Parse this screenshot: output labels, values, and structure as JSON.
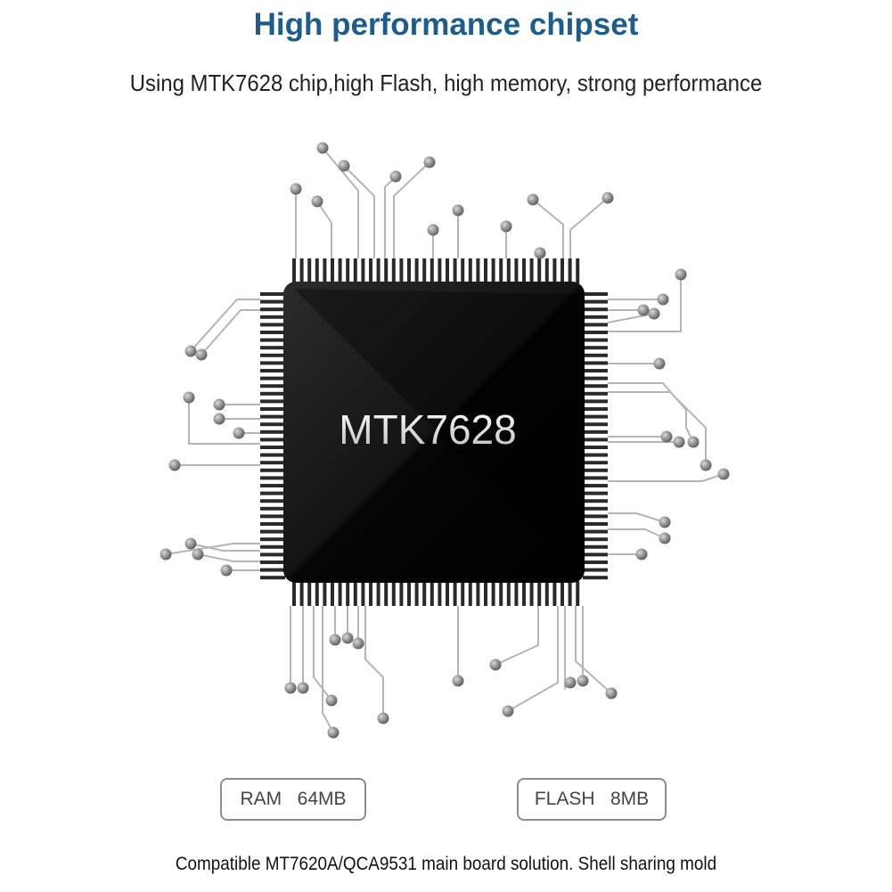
{
  "header": {
    "title": "High performance chipset",
    "subtitle": "Using MTK7628 chip,high Flash, high memory, strong performance"
  },
  "chip": {
    "label": "MTK7628",
    "icon": "chip-icon"
  },
  "specs": {
    "ram_label": "RAM   64MB",
    "flash_label": "FLASH   8MB"
  },
  "footer": {
    "note": "Compatible MT7620A/QCA9531 main board solution. Shell sharing mold"
  },
  "colors": {
    "title": "#1d5d8b",
    "chip_body": "#0a0a0a",
    "pin": "#2a2a2a",
    "trace": "#b5b5b5",
    "dot": "#8a8a8a"
  }
}
